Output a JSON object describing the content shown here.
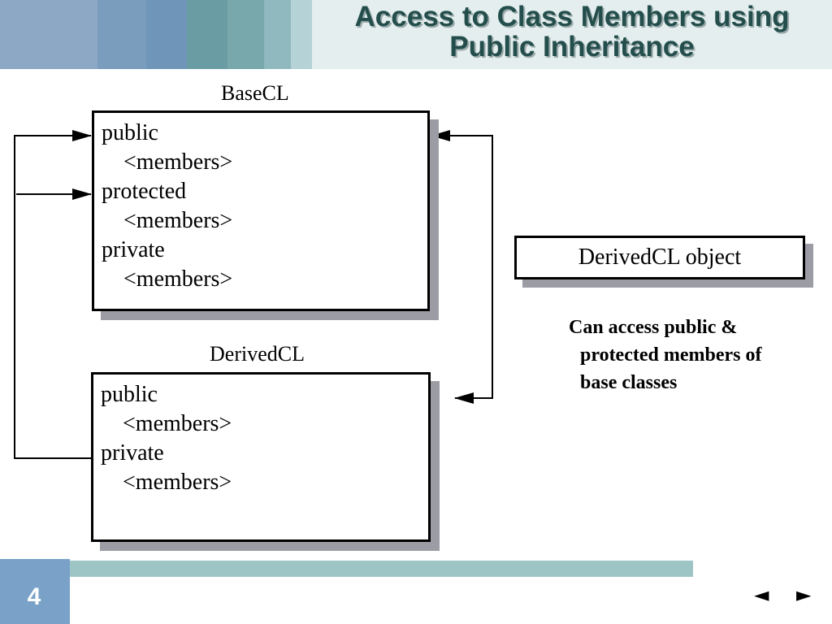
{
  "slide": {
    "title_line1": "Access to Class Members using",
    "title_line2": "Public Inheritance",
    "page_number": "4"
  },
  "diagram": {
    "base_class": {
      "name": "BaseCL",
      "lines": [
        "public",
        "<members>",
        "protected",
        "<members>",
        "private",
        "<members>"
      ]
    },
    "derived_class": {
      "name": "DerivedCL",
      "lines": [
        "public",
        "<members>",
        "private",
        "<members>"
      ]
    },
    "object_label": "DerivedCL object",
    "note_lines": [
      "Can access public &",
      "protected members of",
      "base classes"
    ]
  },
  "nav": {
    "prev_icon": "◄",
    "next_icon": "►"
  },
  "colors": {
    "title": "#234e4c",
    "header_bg": "#e4eeee",
    "shadow": "#9c9ca4",
    "footer_bar": "#9ec5c6",
    "page_box": "#7aa2c8"
  }
}
